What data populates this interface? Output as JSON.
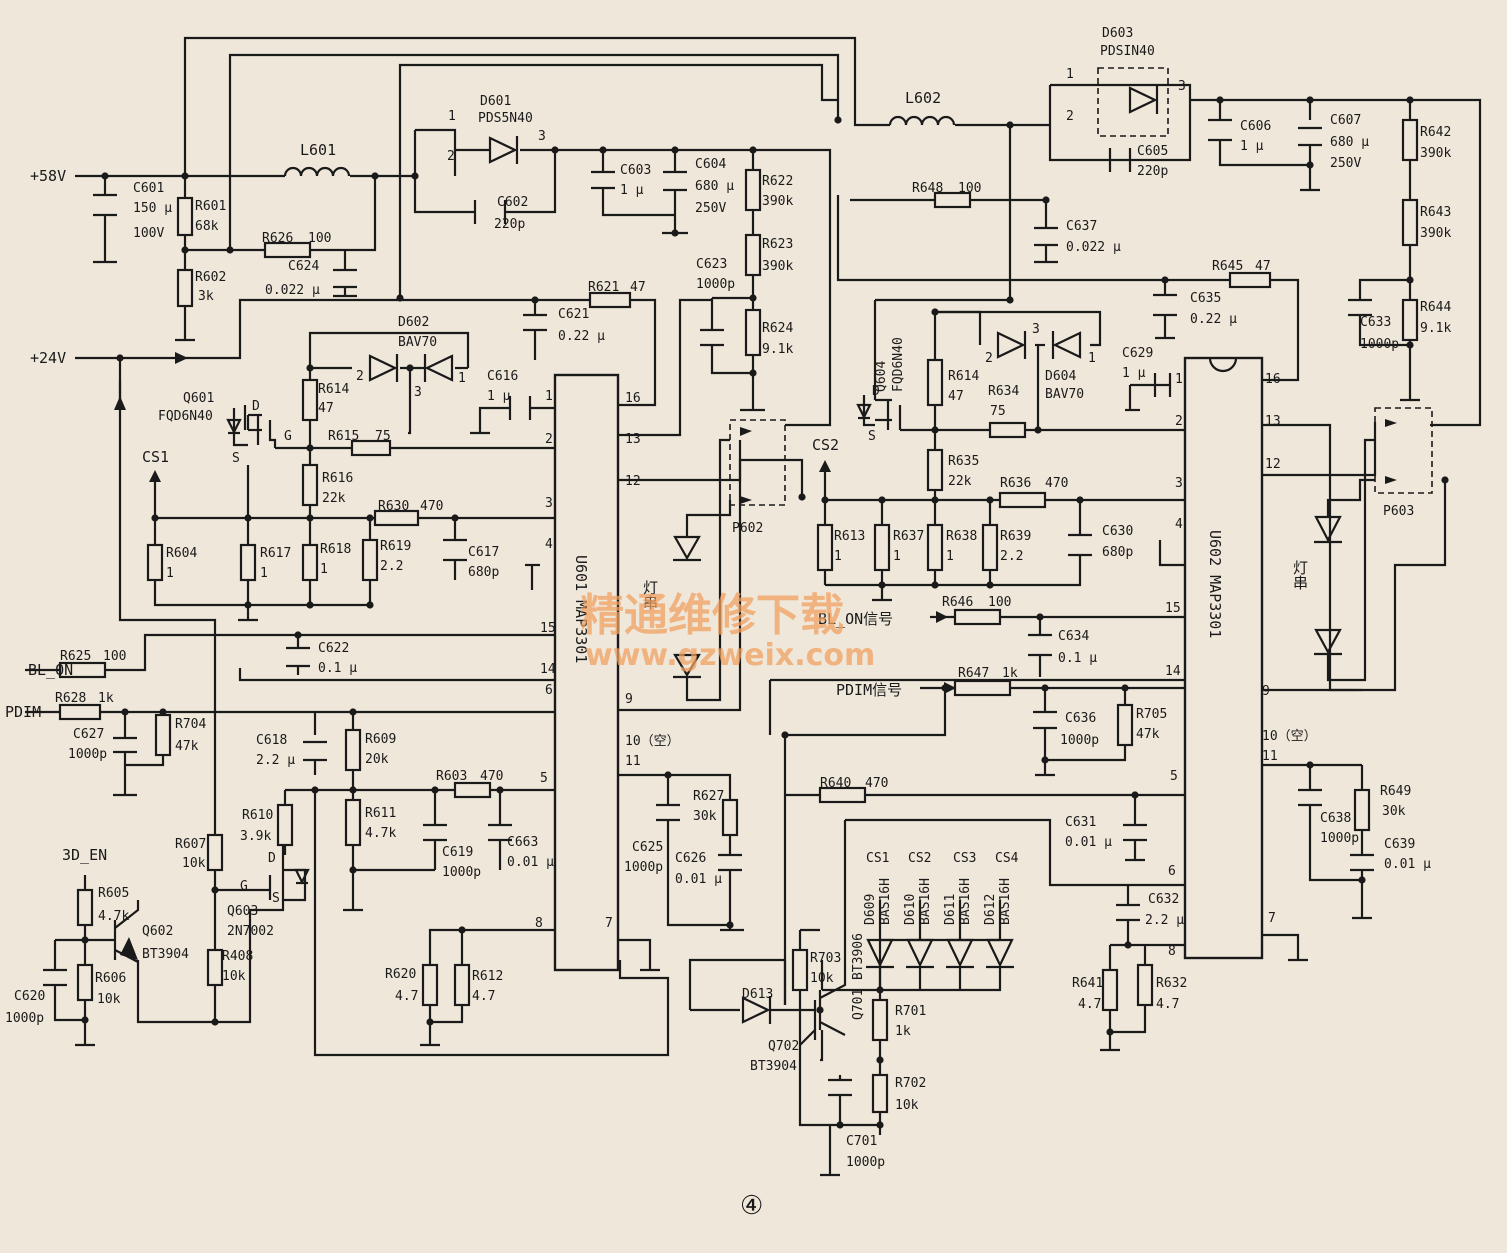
{
  "rails": {
    "v58": "+58V",
    "v24": "+24V"
  },
  "inputs": {
    "bl_on": "BL_ON",
    "pdim": "PDIM",
    "en3d": "3D_EN",
    "cs1": "CS1",
    "cs2": "CS2",
    "bl_on_sig": "BL_ON信号",
    "pdim_sig": "PDIM信号",
    "cs_a": "CS1",
    "cs_b": "CS2",
    "cs_c": "CS3",
    "cs_d": "CS4"
  },
  "ics": {
    "u601": {
      "label": "U601 MAP3301"
    },
    "u602": {
      "label": "U602 MAP3301"
    },
    "nc": "10（空）"
  },
  "transformers": {
    "l601": "L601",
    "l602": "L602"
  },
  "diodes": {
    "d601": {
      "ref": "D601",
      "part": "PDS5N40"
    },
    "d603": {
      "ref": "D603",
      "part": "PDSIN40"
    },
    "d602": {
      "ref": "D602",
      "part": "BAV70"
    },
    "d604": {
      "ref": "D604",
      "part": "BAV70"
    },
    "d613": {
      "ref": "D613"
    },
    "d609": {
      "ref": "D609",
      "part": "BAS16H"
    },
    "d610": {
      "ref": "D610",
      "part": "BAS16H"
    },
    "d611": {
      "ref": "D611",
      "part": "BAS16H"
    },
    "d612": {
      "ref": "D612",
      "part": "BAS16H"
    }
  },
  "transistors": {
    "q601": {
      "ref": "Q601",
      "part": "FQD6N40"
    },
    "q604": {
      "ref": "Q604",
      "part": "FQD6N40"
    },
    "q602": {
      "ref": "Q602",
      "part": "BT3904"
    },
    "q603": {
      "ref": "Q603",
      "part": "2N7002"
    },
    "q701": {
      "ref": "Q701",
      "part": "BT3906"
    },
    "q702": {
      "ref": "Q702",
      "part": "BT3904"
    }
  },
  "connectors": {
    "p602": "P602",
    "p603": "P603",
    "lamp": "灯串"
  },
  "pin_labels": {
    "d": "D",
    "g": "G",
    "s": "S",
    "p1": "1",
    "p2": "2",
    "p3": "3"
  },
  "resistors": {
    "r601": {
      "ref": "R601",
      "val": "68k"
    },
    "r602": {
      "ref": "R602",
      "val": "3k"
    },
    "r626": {
      "ref": "R626",
      "val": "100"
    },
    "r621": {
      "ref": "R621",
      "val": "47"
    },
    "r614": {
      "ref": "R614",
      "val": "47"
    },
    "r615": {
      "ref": "R615",
      "val": "75"
    },
    "r616": {
      "ref": "R616",
      "val": "22k"
    },
    "r630": {
      "ref": "R630",
      "val": "470"
    },
    "r604": {
      "ref": "R604",
      "val": "1"
    },
    "r617": {
      "ref": "R617",
      "val": "1"
    },
    "r618": {
      "ref": "R618",
      "val": "1"
    },
    "r619": {
      "ref": "R619",
      "val": "2.2"
    },
    "r625": {
      "ref": "R625",
      "val": "100"
    },
    "r628": {
      "ref": "R628",
      "val": "1k"
    },
    "r704": {
      "ref": "R704",
      "val": "47k"
    },
    "r609": {
      "ref": "R609",
      "val": "20k"
    },
    "r610": {
      "ref": "R610",
      "val": "3.9k"
    },
    "r611": {
      "ref": "R611",
      "val": "4.7k"
    },
    "r603": {
      "ref": "R603",
      "val": "470"
    },
    "r607": {
      "ref": "R607",
      "val": "10k"
    },
    "r605": {
      "ref": "R605",
      "val": "4.7k"
    },
    "r606": {
      "ref": "R606",
      "val": "10k"
    },
    "r408": {
      "ref": "R408",
      "val": "10k"
    },
    "r620": {
      "ref": "R620",
      "val": "4.7"
    },
    "r612": {
      "ref": "R612",
      "val": "4.7"
    },
    "r622": {
      "ref": "R622",
      "val": "390k"
    },
    "r623": {
      "ref": "R623",
      "val": "390k"
    },
    "r624": {
      "ref": "R624",
      "val": "9.1k"
    },
    "r627": {
      "ref": "R627",
      "val": "30k"
    },
    "r648": {
      "ref": "R648",
      "val": "100"
    },
    "r645": {
      "ref": "R645",
      "val": "47"
    },
    "r614b": {
      "ref": "R614",
      "val": "47"
    },
    "r634": {
      "ref": "R634",
      "val": "75"
    },
    "r635": {
      "ref": "R635",
      "val": "22k"
    },
    "r636": {
      "ref": "R636",
      "val": "470"
    },
    "r613": {
      "ref": "R613",
      "val": "1"
    },
    "r637": {
      "ref": "R637",
      "val": "1"
    },
    "r638": {
      "ref": "R638",
      "val": "1"
    },
    "r639": {
      "ref": "R639",
      "val": "2.2"
    },
    "r646": {
      "ref": "R646",
      "val": "100"
    },
    "r647": {
      "ref": "R647",
      "val": "1k"
    },
    "r705": {
      "ref": "R705",
      "val": "47k"
    },
    "r640": {
      "ref": "R640",
      "val": "470"
    },
    "r642": {
      "ref": "R642",
      "val": "390k"
    },
    "r643": {
      "ref": "R643",
      "val": "390k"
    },
    "r644": {
      "ref": "R644",
      "val": "9.1k"
    },
    "r649": {
      "ref": "R649",
      "val": "30k"
    },
    "r641": {
      "ref": "R641",
      "val": "4.7"
    },
    "r632": {
      "ref": "R632",
      "val": "4.7"
    },
    "r703": {
      "ref": "R703",
      "val": "10k"
    },
    "r701": {
      "ref": "R701",
      "val": "1k"
    },
    "r702": {
      "ref": "R702",
      "val": "10k"
    }
  },
  "capacitors": {
    "c601": {
      "ref": "C601",
      "val": "150 μ",
      "v": "100V"
    },
    "c624": {
      "ref": "C624",
      "val": "0.022 μ"
    },
    "c602": {
      "ref": "C602",
      "val": "220p"
    },
    "c603": {
      "ref": "C603",
      "val": "1 μ"
    },
    "c604": {
      "ref": "C604",
      "val": "680 μ",
      "v": "250V"
    },
    "c621": {
      "ref": "C621",
      "val": "0.22 μ"
    },
    "c616": {
      "ref": "C616",
      "val": "1 μ"
    },
    "c623": {
      "ref": "C623",
      "val": "1000p"
    },
    "c617": {
      "ref": "C617",
      "val": "680p"
    },
    "c622": {
      "ref": "C622",
      "val": "0.1 μ"
    },
    "c627": {
      "ref": "C627",
      "val": "1000p"
    },
    "c618": {
      "ref": "C618",
      "val": "2.2 μ"
    },
    "c619": {
      "ref": "C619",
      "val": "1000p"
    },
    "c663": {
      "ref": "C663",
      "val": "0.01 μ"
    },
    "c625": {
      "ref": "C625",
      "val": "1000p"
    },
    "c626": {
      "ref": "C626",
      "val": "0.01 μ"
    },
    "c620": {
      "ref": "C620",
      "val": "1000p"
    },
    "c605": {
      "ref": "C605",
      "val": "220p"
    },
    "c606": {
      "ref": "C606",
      "val": "1 μ"
    },
    "c607": {
      "ref": "C607",
      "val": "680 μ",
      "v": "250V"
    },
    "c637": {
      "ref": "C637",
      "val": "0.022 μ"
    },
    "c635": {
      "ref": "C635",
      "val": "0.22 μ"
    },
    "c629": {
      "ref": "C629",
      "val": "1 μ"
    },
    "c633": {
      "ref": "C633",
      "val": "1000p"
    },
    "c630": {
      "ref": "C630",
      "val": "680p"
    },
    "c634": {
      "ref": "C634",
      "val": "0.1 μ"
    },
    "c636": {
      "ref": "C636",
      "val": "1000p"
    },
    "c631": {
      "ref": "C631",
      "val": "0.01 μ"
    },
    "c632": {
      "ref": "C632",
      "val": "2.2 μ"
    },
    "c638": {
      "ref": "C638",
      "val": "1000p"
    },
    "c639": {
      "ref": "C639",
      "val": "0.01 μ"
    },
    "c701": {
      "ref": "C701",
      "val": "1000p"
    }
  },
  "watermark": {
    "cn": "精通维修下载",
    "url": "www.gzweix.com"
  },
  "figure_number": "④"
}
